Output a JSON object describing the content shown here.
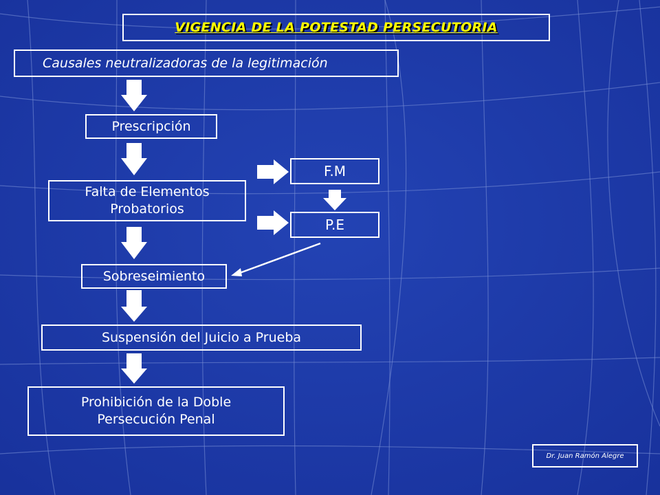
{
  "slide": {
    "title": "VIGENCIA DE LA POTESTAD PERSECUTORIA",
    "subtitle": "Causales neutralizadoras de la legitimación",
    "nodes": {
      "prescripcion": "Prescripción",
      "falta_line1": "Falta de Elementos",
      "falta_line2": "Probatorios",
      "sobreseimiento": "Sobreseimiento",
      "suspension": "Suspensión del Juicio a Prueba",
      "prohibicion_line1": "Prohibición de la Doble",
      "prohibicion_line2": "Persecución Penal",
      "fm": "F.M",
      "pe": "P.E"
    },
    "author": "Dr. Juan Ramón Alegre"
  },
  "colors": {
    "background": "#1c39a5",
    "grid_lines": "#7a8fd6",
    "box_border": "#ffffff",
    "text": "#ffffff",
    "title_text": "#ffff00"
  }
}
